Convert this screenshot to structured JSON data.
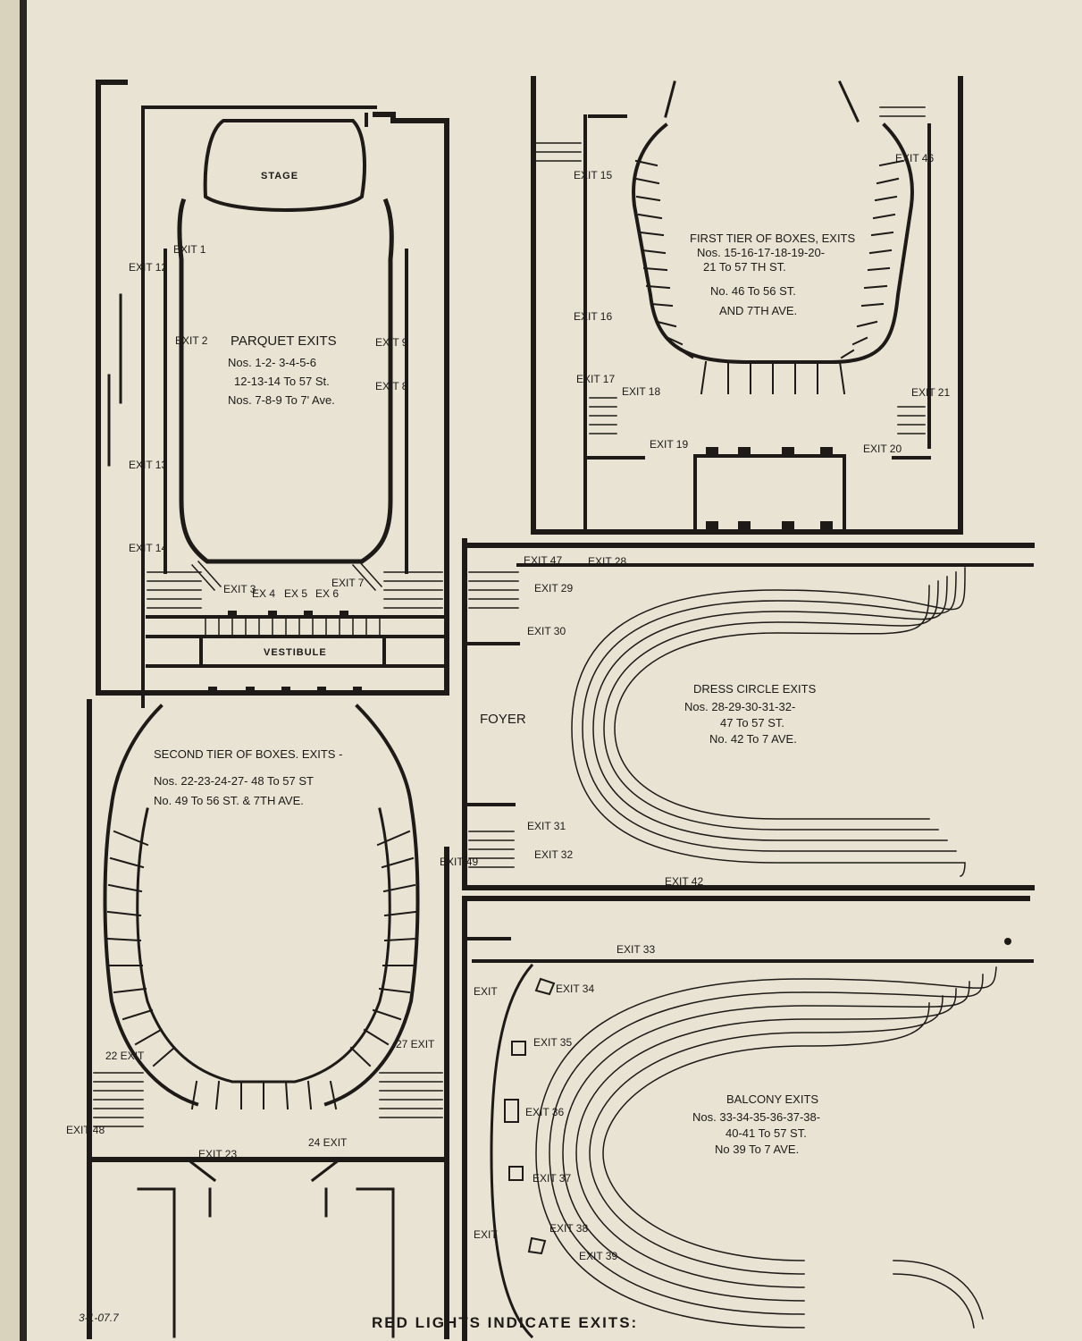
{
  "colors": {
    "paper": "#e8e3d3",
    "ink": "#1d1a17",
    "binding": "#2a2522"
  },
  "footer": "RED LIGHTS INDICATE EXITS:",
  "handwritten_note": "3-1-07.7",
  "parquet": {
    "stage": "STAGE",
    "vestibule": "VESTIBULE",
    "title": "PARQUET EXITS",
    "lines": [
      "Nos. 1-2- 3-4-5-6",
      "12-13-14 To 57 St.",
      "Nos. 7-8-9 To 7' Ave."
    ],
    "exits": {
      "e1": "EXIT 1",
      "e2": "EXIT 2",
      "e3": "EXIT 3",
      "e4": "EX 4",
      "e5": "EX 5",
      "e6": "EX 6",
      "e7": "EXIT 7",
      "e8": "EXIT 8",
      "e9": "EXIT 9",
      "e12": "EXIT 12",
      "e13": "EXIT 13",
      "e14": "EXIT 14"
    }
  },
  "first_tier": {
    "title": "FIRST TIER OF BOXES, EXITS",
    "lines": [
      "Nos. 15-16-17-18-19-20-",
      "21 To 57 TH ST.",
      "No. 46 To 56 ST.",
      "AND 7TH AVE."
    ],
    "exits": {
      "e15": "EXIT 15",
      "e16": "EXIT 16",
      "e17": "EXIT 17",
      "e18": "EXIT 18",
      "e19": "EXIT 19",
      "e20": "EXIT 20",
      "e21": "EXIT 21",
      "e46": "EXIT 46"
    }
  },
  "second_tier": {
    "title": "SECOND TIER OF BOXES. EXITS -",
    "lines": [
      "Nos. 22-23-24-27- 48 To 57 ST",
      "No. 49 To 56 ST. & 7TH AVE."
    ],
    "exits": {
      "e22": "22 EXIT",
      "e23": "EXIT 23",
      "e24": "24 EXIT",
      "e27": "27 EXIT",
      "e48": "EXIT 48",
      "e49": "EXIT 49"
    }
  },
  "dress_circle": {
    "foyer": "FOYER",
    "title": "DRESS CIRCLE EXITS",
    "lines": [
      "Nos. 28-29-30-31-32-",
      "47 To 57 ST.",
      "No. 42 To 7 AVE."
    ],
    "exits": {
      "e28": "EXIT 28",
      "e29": "EXIT 29",
      "e30": "EXIT 30",
      "e31": "EXIT 31",
      "e32": "EXIT 32",
      "e42": "EXIT 42",
      "e47": "EXIT 47"
    }
  },
  "balcony": {
    "title": "BALCONY EXITS",
    "lines": [
      "Nos. 33-34-35-36-37-38-",
      "40-41 To 57 ST.",
      "No 39 To 7 AVE."
    ],
    "exits": {
      "e33": "EXIT 33",
      "e34": "EXIT 34",
      "e35": "EXIT 35",
      "e36": "EXIT 36",
      "e37": "EXIT 37",
      "e38": "EXIT 38",
      "e39": "EXIT 39",
      "ea": "EXIT",
      "eb": "EXIT"
    }
  }
}
